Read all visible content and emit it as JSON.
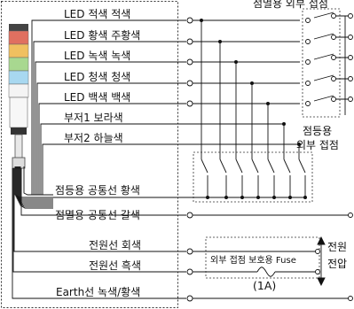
{
  "header": {
    "top_right_label": "점멸용 외부 접점"
  },
  "tower": {
    "lamp_colors": [
      "#e07060",
      "#f0c060",
      "#a8d890",
      "#a8d8f0",
      "#f4f4f4"
    ]
  },
  "wires": [
    {
      "label": "LED 적색  적색",
      "terminal": "open"
    },
    {
      "label": "LED 황색  주황색",
      "terminal": "open"
    },
    {
      "label": "LED 녹색  녹색",
      "terminal": "open"
    },
    {
      "label": "LED 청색  청색",
      "terminal": "open"
    },
    {
      "label": "LED 백색  백색",
      "terminal": "open"
    },
    {
      "label": "부저1 보라색",
      "terminal": "none"
    },
    {
      "label": "부저2 하늘색",
      "terminal": "none"
    },
    {
      "label": "점등용 공통선 황색",
      "terminal": "none"
    },
    {
      "label": "점멸용 공통선 갈색",
      "terminal": "open"
    },
    {
      "label": "전원선 회색",
      "terminal": "open"
    },
    {
      "label": "전원선 흑색",
      "terminal": "open"
    },
    {
      "label": "Earth선 녹색/황색",
      "terminal": "open"
    }
  ],
  "contacts_label": {
    "line1": "점등용",
    "line2": "외부 접점"
  },
  "power": {
    "fuse_label": "외부 접점 보호용 Fuse",
    "fuse_rating": "(1A)",
    "voltage_line1": "전원",
    "voltage_line2": "전압"
  }
}
